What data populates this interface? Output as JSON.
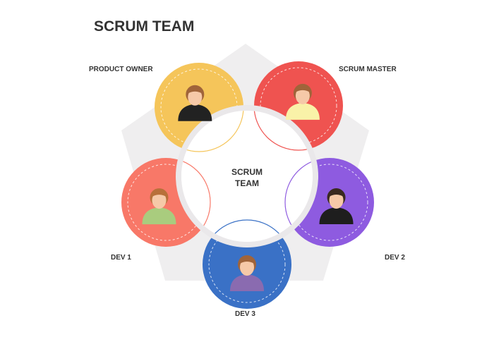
{
  "title": "SCRUM TEAM",
  "center": {
    "line1": "SCRUM",
    "line2": "TEAM"
  },
  "roles": [
    {
      "label": "PRODUCT OWNER",
      "color": "#F5C55A"
    },
    {
      "label": "SCRUM MASTER",
      "color": "#EF5350"
    },
    {
      "label": "DEV 2",
      "color": "#8E5BE0"
    },
    {
      "label": "DEV 3",
      "color": "#3A71C6"
    },
    {
      "label": "DEV 1",
      "color": "#F87868"
    }
  ]
}
